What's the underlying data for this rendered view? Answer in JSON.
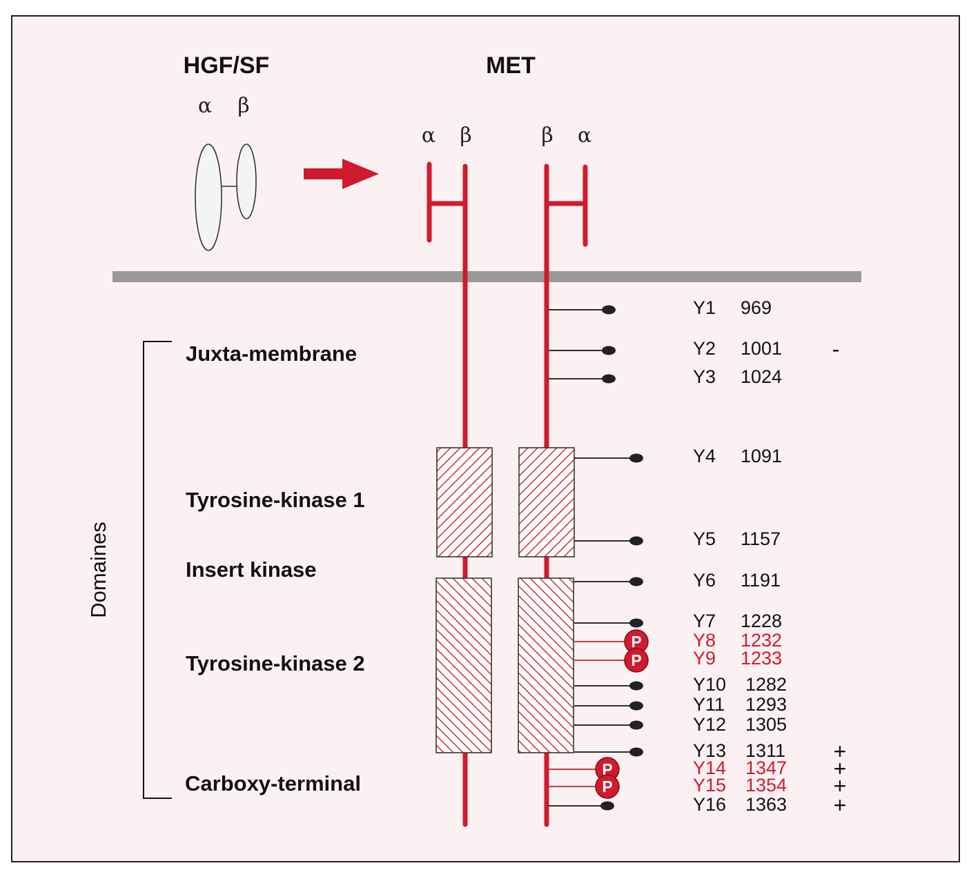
{
  "titles": {
    "ligand": "HGF/SF",
    "receptor": "MET"
  },
  "ligand_subunits": [
    "α",
    "β"
  ],
  "receptor_subunits": {
    "left": [
      "α",
      "β"
    ],
    "right": [
      "β",
      "α"
    ]
  },
  "bracket_label": "Domaines",
  "domains": {
    "juxta_membrane": "Juxta-membrane",
    "tyrosine_kinase_1": "Tyrosine-kinase 1",
    "insert_kinase": "Insert kinase",
    "tyrosine_kinase_2": "Tyrosine-kinase 2",
    "carboxy_terminal": "Carboxy-terminal"
  },
  "phospho_label": "P",
  "colors": {
    "receptor": "#d21a2e",
    "membrane": "#999999",
    "background": "#fcf1f2",
    "text": "#111111",
    "phospho_text": "#d21a2e"
  },
  "tyrosine_sites": [
    {
      "id": "Y1",
      "position": "969",
      "phosphorylated": false,
      "effect": ""
    },
    {
      "id": "Y2",
      "position": "1001",
      "phosphorylated": false,
      "effect": "-"
    },
    {
      "id": "Y3",
      "position": "1024",
      "phosphorylated": false,
      "effect": ""
    },
    {
      "id": "Y4",
      "position": "1091",
      "phosphorylated": false,
      "effect": ""
    },
    {
      "id": "Y5",
      "position": "1157",
      "phosphorylated": false,
      "effect": ""
    },
    {
      "id": "Y6",
      "position": "1191",
      "phosphorylated": false,
      "effect": ""
    },
    {
      "id": "Y7",
      "position": "1228",
      "phosphorylated": false,
      "effect": ""
    },
    {
      "id": "Y8",
      "position": "1232",
      "phosphorylated": true,
      "effect": ""
    },
    {
      "id": "Y9",
      "position": "1233",
      "phosphorylated": true,
      "effect": ""
    },
    {
      "id": "Y10",
      "position": "1282",
      "phosphorylated": false,
      "effect": ""
    },
    {
      "id": "Y11",
      "position": "1293",
      "phosphorylated": false,
      "effect": ""
    },
    {
      "id": "Y12",
      "position": "1305",
      "phosphorylated": false,
      "effect": ""
    },
    {
      "id": "Y13",
      "position": "1311",
      "phosphorylated": false,
      "effect": "+"
    },
    {
      "id": "Y14",
      "position": "1347",
      "phosphorylated": true,
      "effect": "+"
    },
    {
      "id": "Y15",
      "position": "1354",
      "phosphorylated": true,
      "effect": "+"
    },
    {
      "id": "Y16",
      "position": "1363",
      "phosphorylated": false,
      "effect": "+"
    }
  ]
}
